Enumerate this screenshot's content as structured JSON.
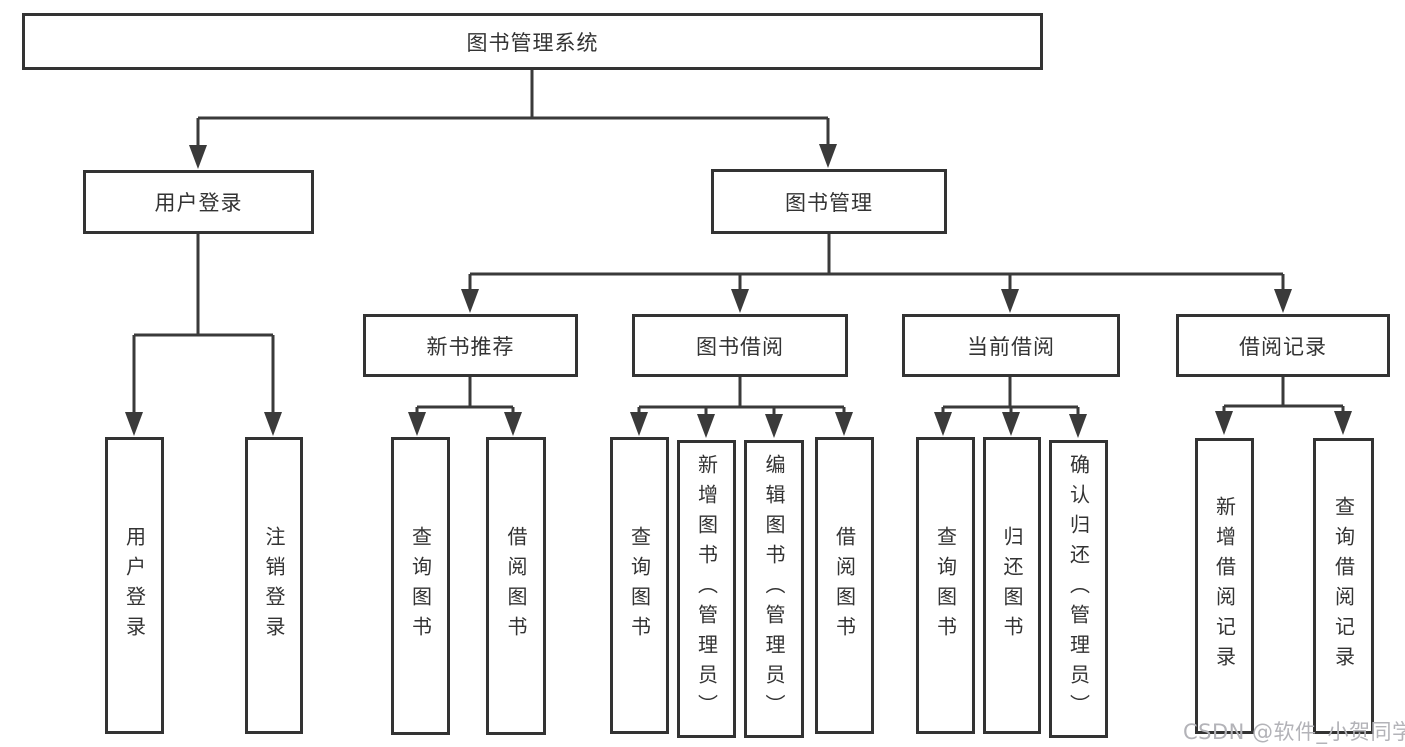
{
  "diagram_title": "图书管理系统",
  "nodes": {
    "root": "图书管理系统",
    "user_login": "用户登录",
    "book_mgmt": "图书管理",
    "new_book_rec": "新书推荐",
    "book_borrowing": "图书借阅",
    "current_borrowing": "当前借阅",
    "borrowing_records": "借阅记录",
    "leaf_user_login": "用户登录",
    "leaf_logout": "注销登录",
    "rec_query_book": "查询图书",
    "rec_borrow_book": "借阅图书",
    "bor_query_book": "查询图书",
    "bor_add_book": "新增图书（管理员）",
    "bor_edit_book": "编辑图书（管理员）",
    "bor_borrow_book": "借阅图书",
    "cur_query_book": "查询图书",
    "cur_return_book": "归还图书",
    "cur_confirm_return": "确认归还（管理员）",
    "brec_add_record": "新增借阅记录",
    "brec_query_record": "查询借阅记录"
  },
  "hierarchy": {
    "图书管理系统": {
      "用户登录": [
        "用户登录",
        "注销登录"
      ],
      "图书管理": {
        "新书推荐": [
          "查询图书",
          "借阅图书"
        ],
        "图书借阅": [
          "查询图书",
          "新增图书（管理员）",
          "编辑图书（管理员）",
          "借阅图书"
        ],
        "当前借阅": [
          "查询图书",
          "归还图书",
          "确认归还（管理员）"
        ],
        "借阅记录": [
          "新增借阅记录",
          "查询借阅记录"
        ]
      }
    }
  },
  "watermark": "CSDN @软件_小贺同学",
  "colors": {
    "line": "#3a3a3a",
    "box_border": "#333333",
    "box_fill": "#ffffff",
    "text": "#333333",
    "background": "#ffffff",
    "watermark": "#b3b3b8"
  }
}
